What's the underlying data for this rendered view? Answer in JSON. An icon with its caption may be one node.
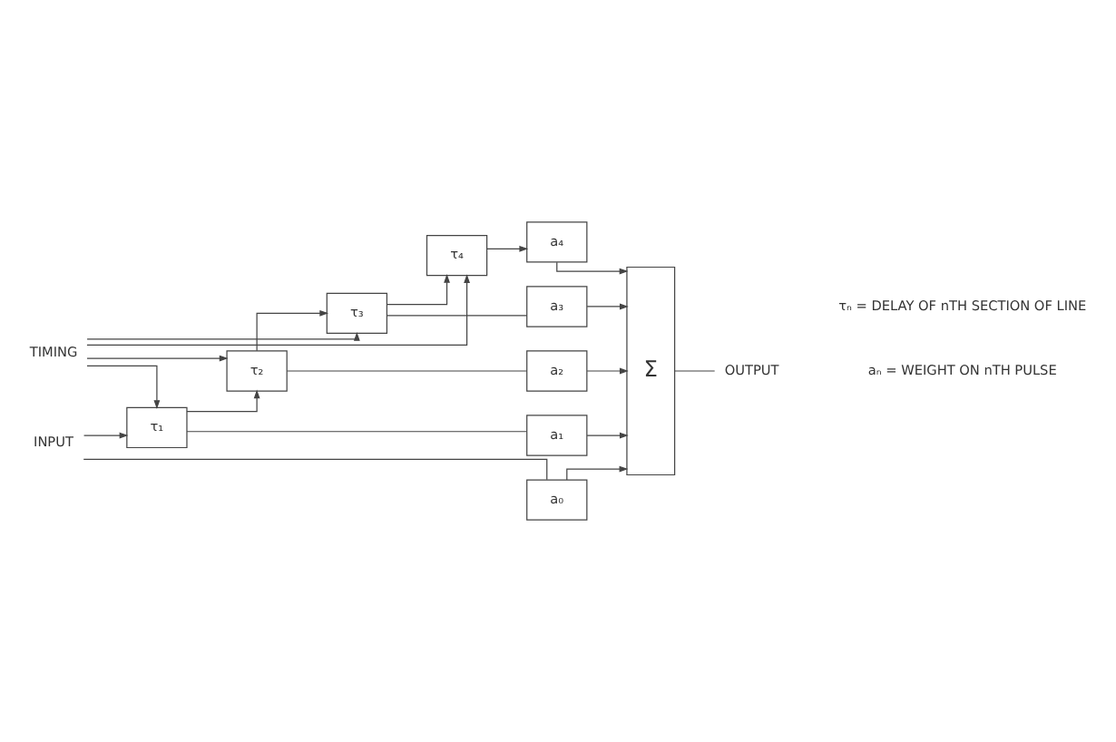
{
  "diagram": {
    "nodes": [
      {
        "text": [
          "INPUT"
        ]
      },
      {
        "text": [
          "TIMING"
        ]
      },
      {
        "text": [
          "τ₁"
        ]
      },
      {
        "text": [
          "τ₂"
        ]
      },
      {
        "text": [
          "τ₃"
        ]
      },
      {
        "text": [
          "τ₄"
        ]
      },
      {
        "text": [
          "a₄"
        ]
      },
      {
        "text": [
          "a₃"
        ]
      },
      {
        "text": [
          "a₂"
        ]
      },
      {
        "text": [
          "a₁"
        ]
      },
      {
        "text": [
          "a₀"
        ]
      },
      {
        "text": [
          "Σ"
        ]
      },
      {
        "text": [
          "OUTPUT"
        ]
      }
    ],
    "edges": [
      {
        "from": 0,
        "to": 2,
        "arrow": "to"
      },
      {
        "from": 1,
        "to": 2,
        "arrow": "to"
      },
      {
        "from": 1,
        "to": 3,
        "arrow": "to"
      },
      {
        "from": 1,
        "to": 4,
        "arrow": "to"
      },
      {
        "from": 1,
        "to": 5,
        "arrow": "to"
      },
      {
        "from": 2,
        "to": 3,
        "arrow": "to"
      },
      {
        "from": 3,
        "to": 4,
        "arrow": "to"
      },
      {
        "from": 4,
        "to": 5,
        "arrow": "to"
      },
      {
        "from": 5,
        "to": 6,
        "arrow": "to"
      },
      {
        "from": 4,
        "to": 7,
        "arrow": "none"
      },
      {
        "from": 3,
        "to": 8,
        "arrow": "none"
      },
      {
        "from": 2,
        "to": 9,
        "arrow": "none"
      },
      {
        "from": 0,
        "to": 10,
        "arrow": "none"
      },
      {
        "from": 6,
        "to": 11,
        "arrow": "to"
      },
      {
        "from": 7,
        "to": 11,
        "arrow": "to"
      },
      {
        "from": 8,
        "to": 11,
        "arrow": "to"
      },
      {
        "from": 9,
        "to": 11,
        "arrow": "to"
      },
      {
        "from": 10,
        "to": 11,
        "arrow": "to"
      },
      {
        "from": 11,
        "to": 12,
        "arrow": "none"
      }
    ],
    "labels": [
      "aₙ = WEIGHT ON nTH PULSE",
      "τₙ = DELAY OF nTH SECTION OF LINE"
    ]
  }
}
